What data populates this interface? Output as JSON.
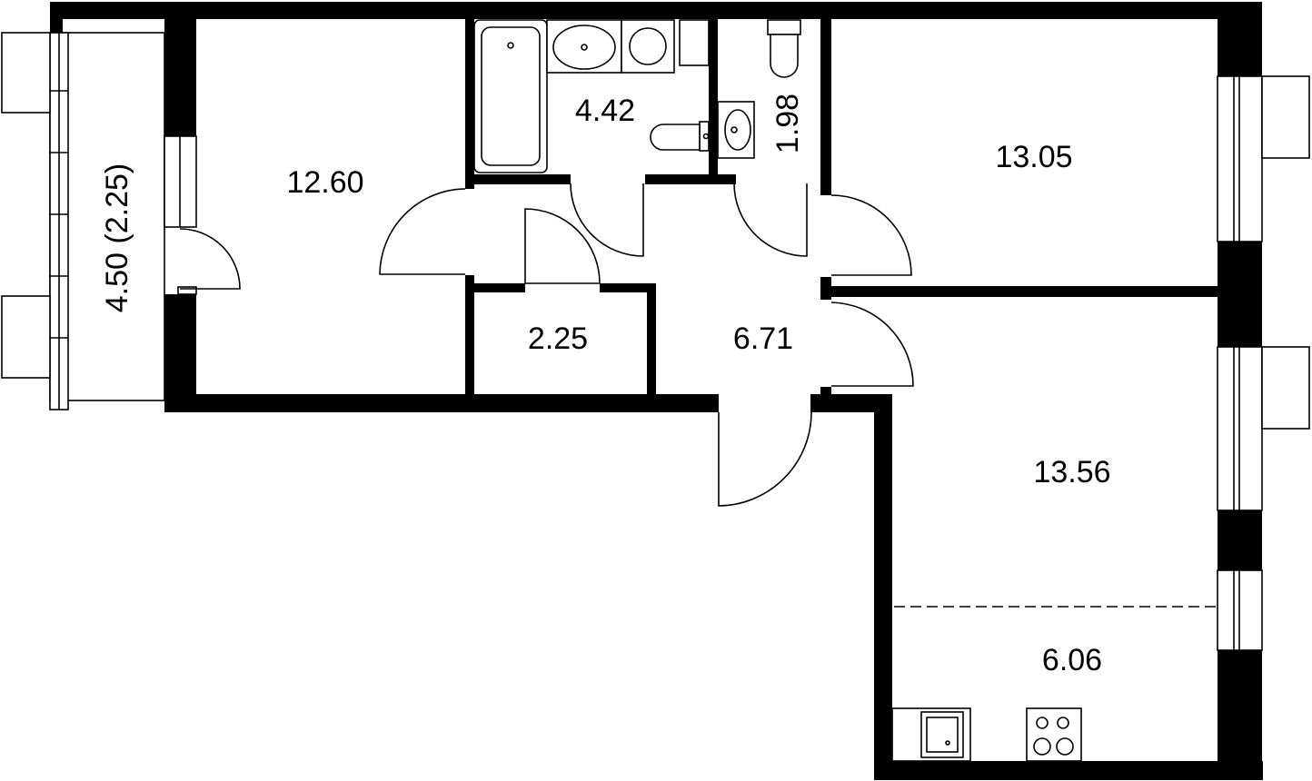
{
  "rooms": [
    {
      "id": "balcony",
      "label": "4.50 (2.25)"
    },
    {
      "id": "bedroom",
      "label": "12.60"
    },
    {
      "id": "bathroom",
      "label": "4.42"
    },
    {
      "id": "wc",
      "label": "1.98"
    },
    {
      "id": "room-right-top",
      "label": "13.05"
    },
    {
      "id": "closet",
      "label": "2.25"
    },
    {
      "id": "hall",
      "label": "6.71"
    },
    {
      "id": "living",
      "label": "13.56"
    },
    {
      "id": "kitchen",
      "label": "6.06"
    }
  ],
  "colors": {
    "wall": "#000000",
    "background": "#ffffff"
  }
}
